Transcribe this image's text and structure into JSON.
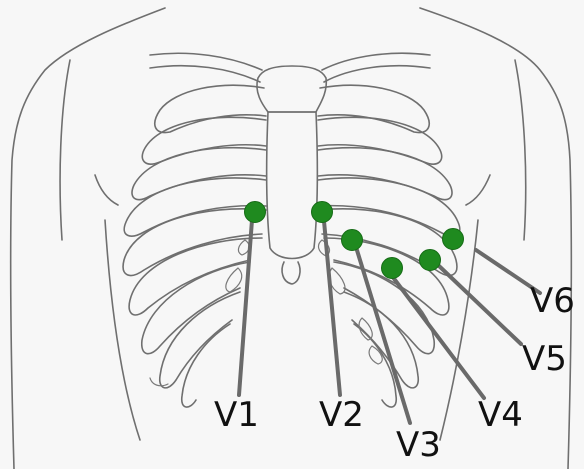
{
  "diagram": {
    "electrodes": [
      {
        "id": "V1",
        "label": "V1"
      },
      {
        "id": "V2",
        "label": "V2"
      },
      {
        "id": "V3",
        "label": "V3"
      },
      {
        "id": "V4",
        "label": "V4"
      },
      {
        "id": "V5",
        "label": "V5"
      },
      {
        "id": "V6",
        "label": "V6"
      }
    ]
  },
  "colors": {
    "electrode": "#1f8a1f",
    "outline": "#6f6f6f",
    "leader": "#6a6a6a",
    "background": "#f7f7f7"
  }
}
